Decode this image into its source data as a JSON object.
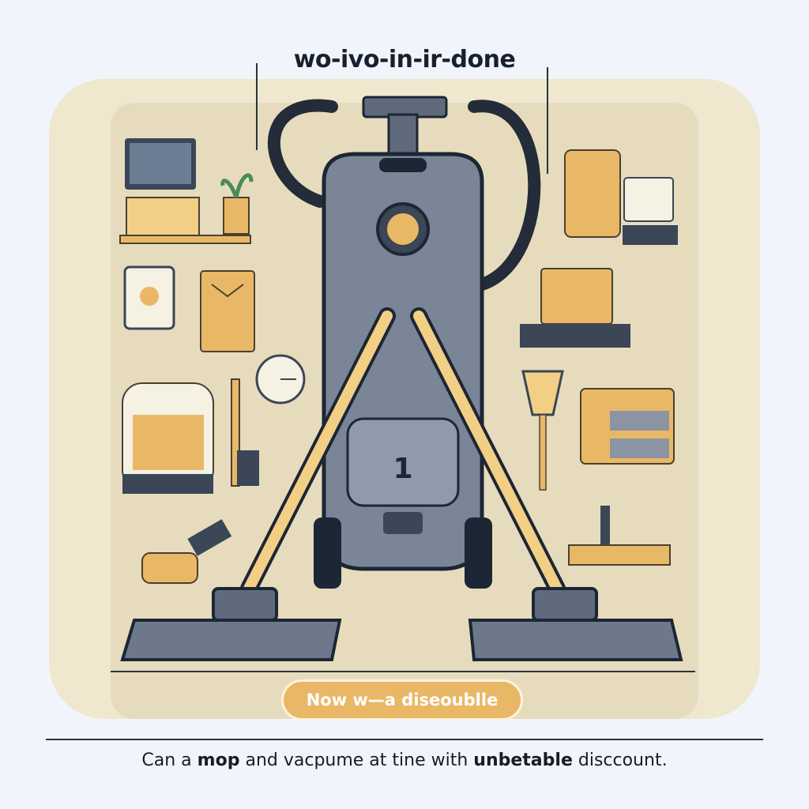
{
  "header": {
    "title": "wo-ivo-in-ir-done"
  },
  "badge": {
    "label": "Now w—a diseoublle"
  },
  "caption": {
    "part1": "Can a ",
    "bold1": "mop",
    "part2": " and vacpume at tine with ",
    "bold2": "unbetable",
    "part3": " disccount."
  },
  "vacuum": {
    "label": "1"
  },
  "colors": {
    "background": "#f1f5fb",
    "panel": "#e6dcbd",
    "accent": "#e9b866",
    "metal": "#5f6b7c",
    "dark": "#1d2634"
  }
}
